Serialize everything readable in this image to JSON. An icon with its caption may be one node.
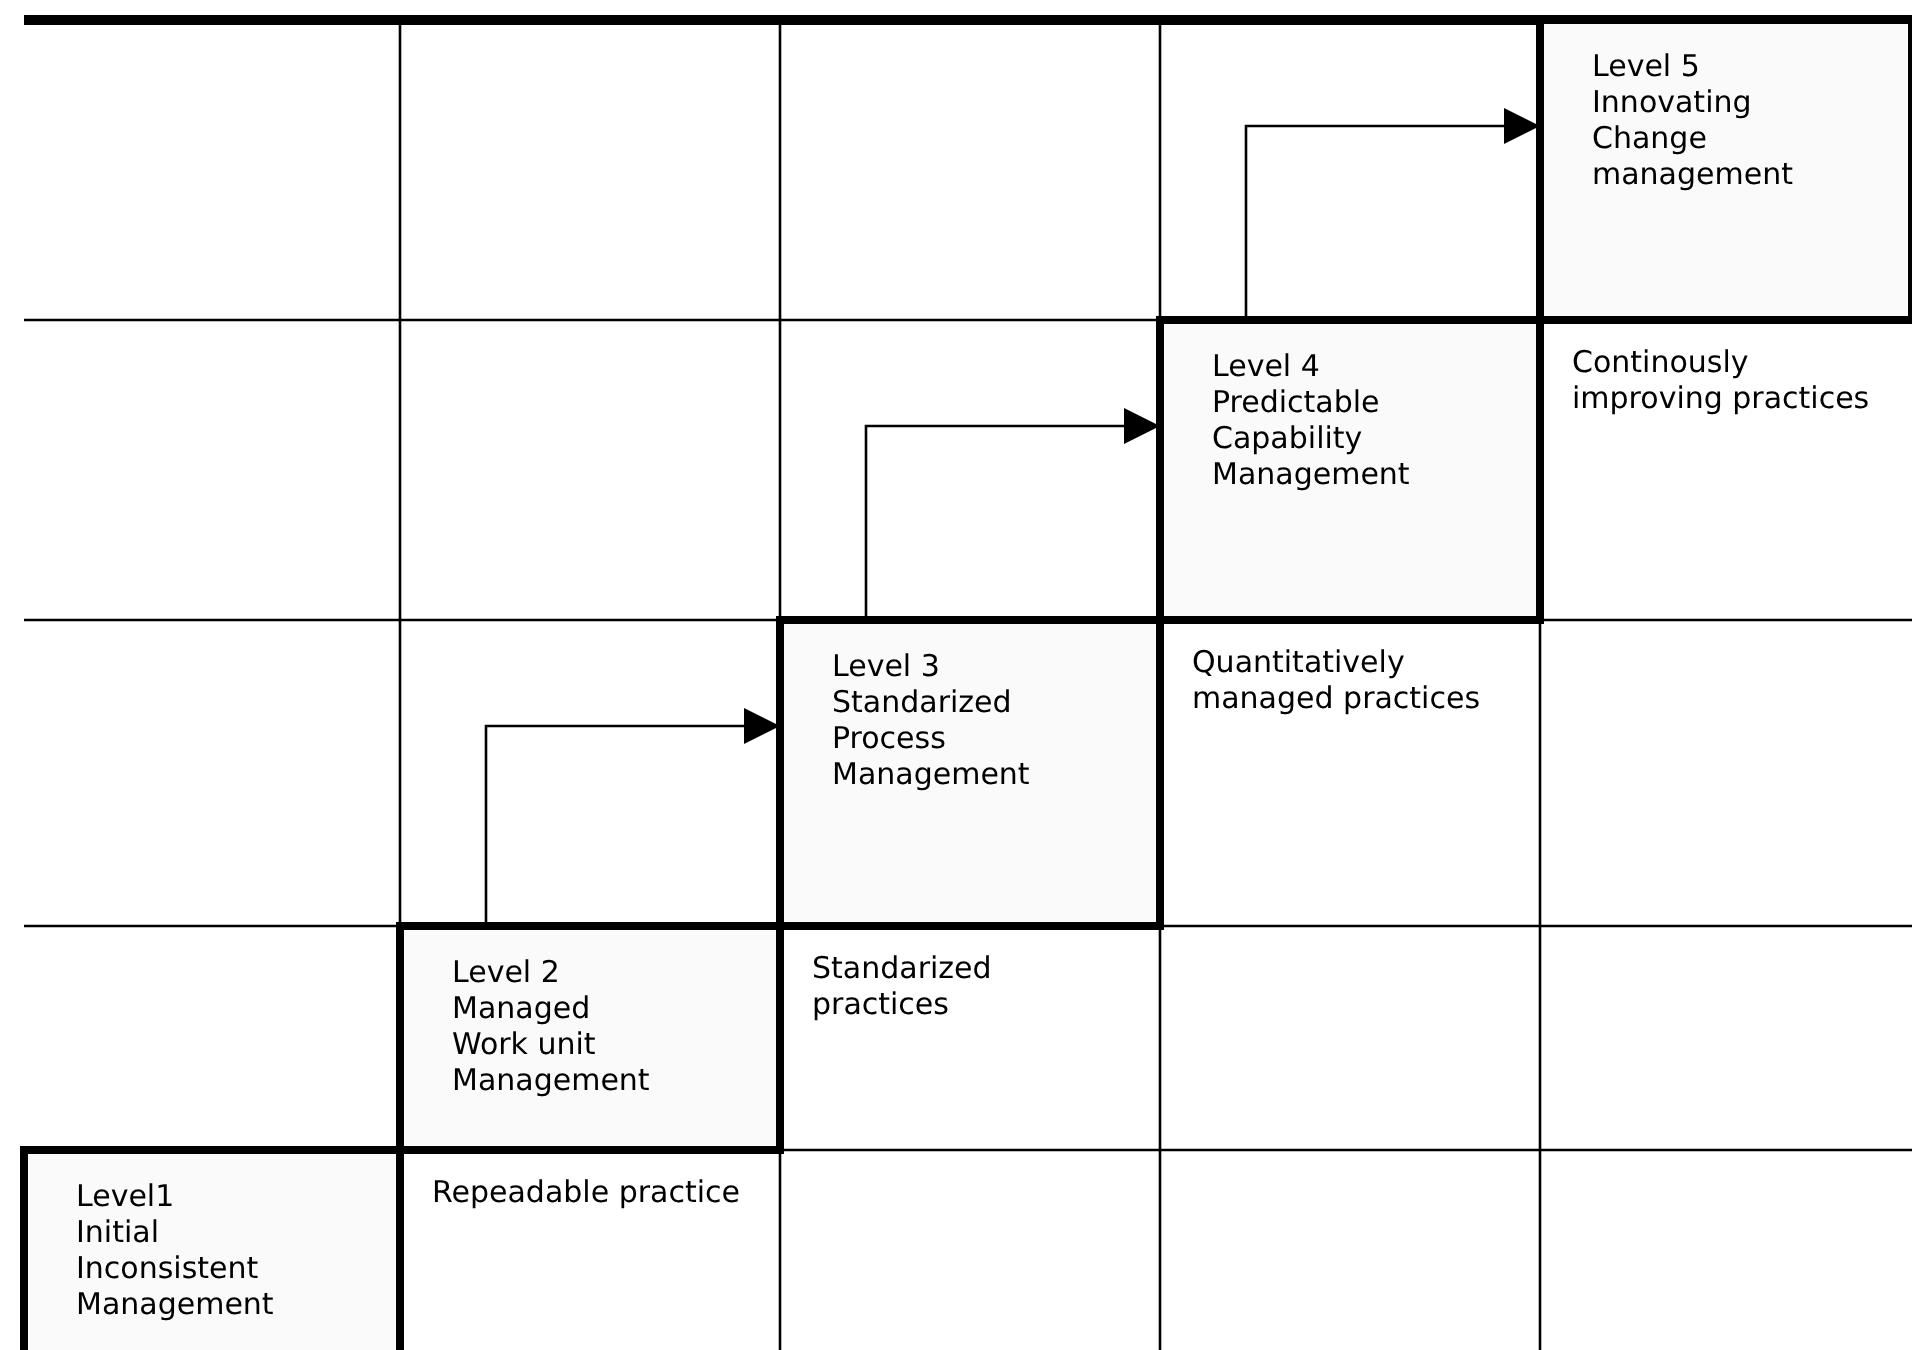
{
  "diagram": {
    "nodes": [
      {
        "text": [
          "Level 5",
          "Innovating",
          "Change management"
        ]
      },
      {
        "text": [
          "Level 4",
          "Predictable",
          "Capability Management"
        ]
      },
      {
        "text": [
          "Level 3",
          "Standarized",
          "Process Management"
        ]
      },
      {
        "text": [
          "Level 2",
          "Managed",
          "Work unit Management"
        ]
      },
      {
        "text": [
          "Level1",
          "Initial",
          "Inconsistent Management"
        ]
      }
    ],
    "edges": [
      {
        "from": 3,
        "to": 2,
        "arrow": "to"
      },
      {
        "from": 2,
        "to": 1,
        "arrow": "to"
      },
      {
        "from": 1,
        "to": 0,
        "arrow": "to"
      }
    ],
    "labels": [
      "Continously improving practices",
      "Quantitatively managed practices",
      "Standarized practices",
      "Repeadable practice"
    ]
  }
}
